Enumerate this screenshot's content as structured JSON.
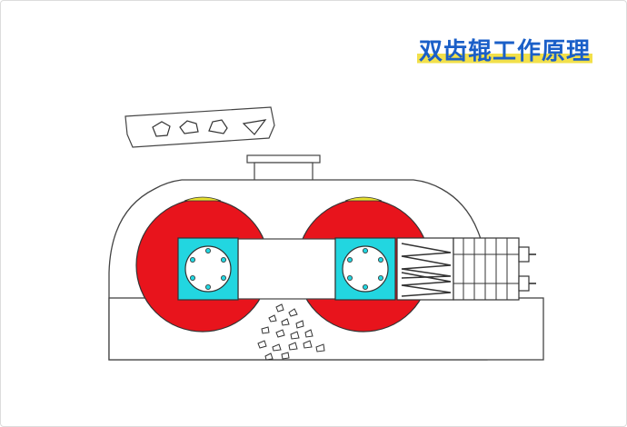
{
  "title": "双齿辊工作原理",
  "colors": {
    "title": "#1a5fc8",
    "title_highlight": "#f2e04a",
    "roller": "#e8141c",
    "hub": "#22d6e0",
    "wear_strip": "#e8e030",
    "outline": "#444444"
  },
  "parts": [
    "feed-chute",
    "feed-inlet",
    "machine-housing",
    "left-roller",
    "right-roller",
    "left-hub",
    "right-hub",
    "spring-assembly",
    "crushed-material"
  ]
}
